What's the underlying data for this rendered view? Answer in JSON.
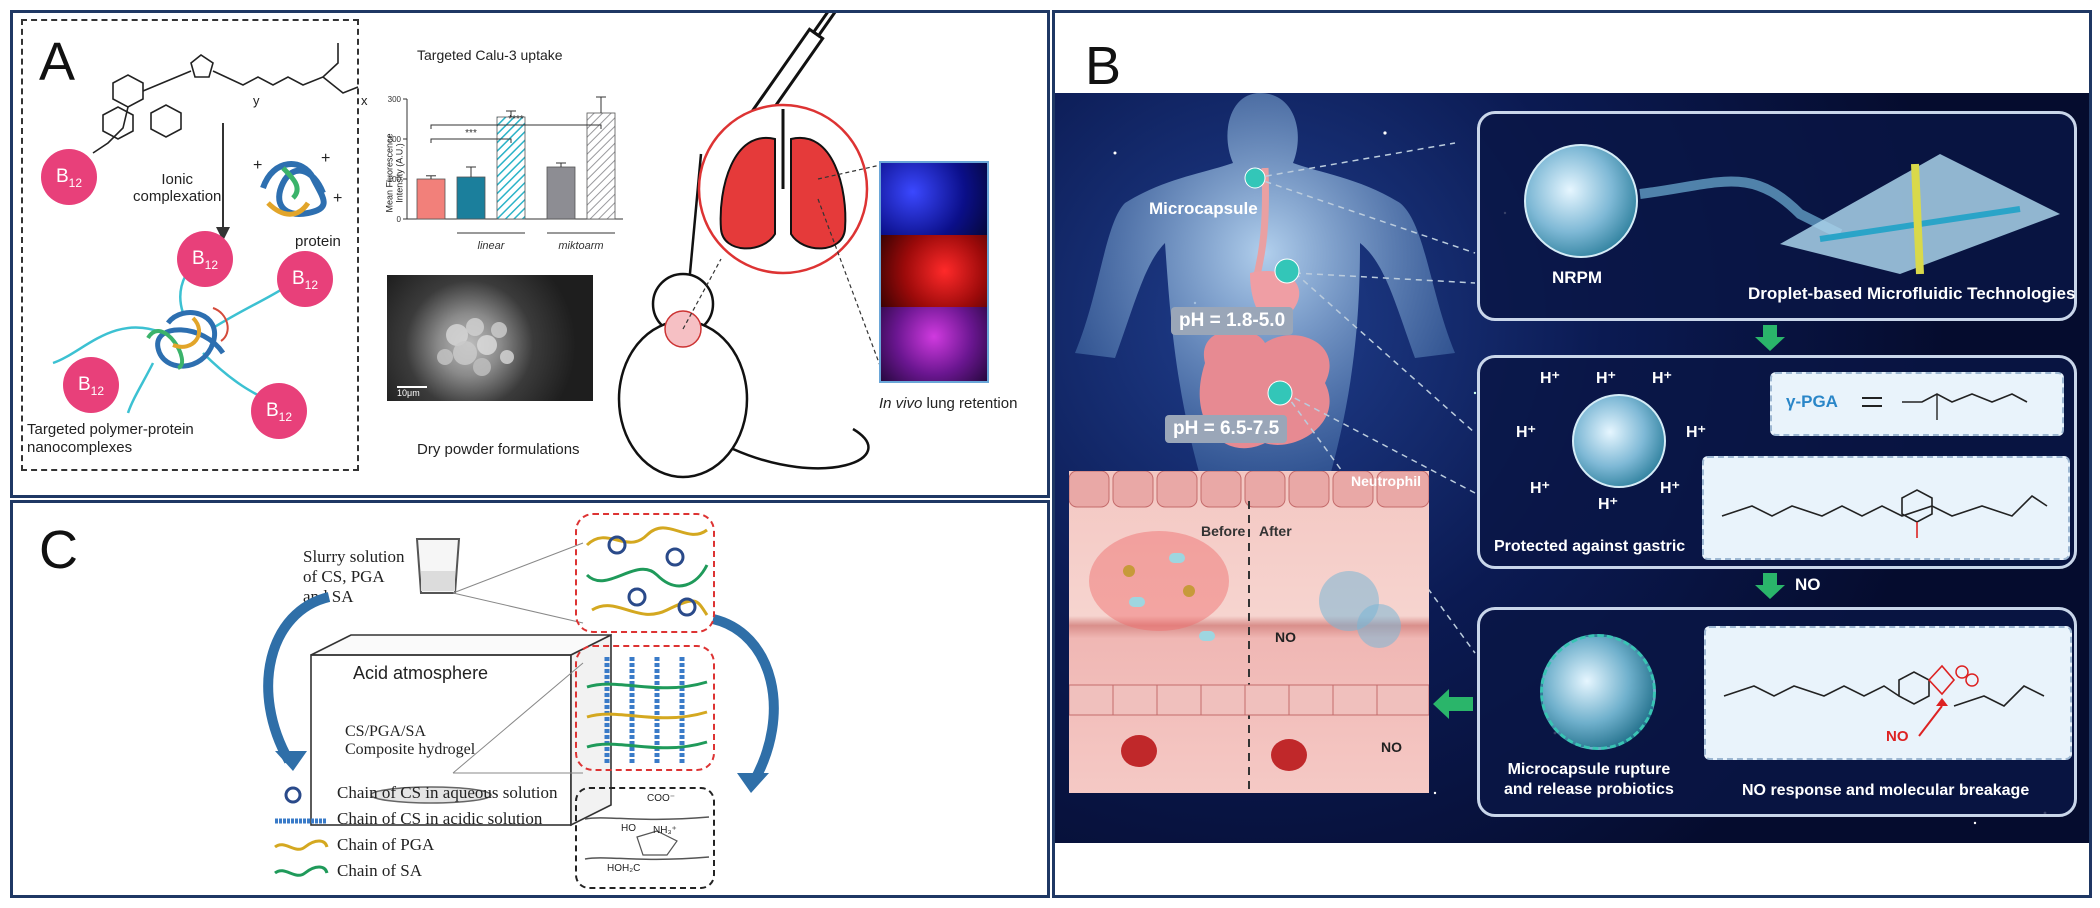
{
  "panels": {
    "a": {
      "letter": "A",
      "ionic_complexation": "Ionic\ncomplexation",
      "protein_label": "protein",
      "b12_main": "B",
      "b12_sub": "12",
      "nanocomplex_label": "Targeted polymer-protein\nnanocomplexes",
      "chart_title": "Targeted Calu-3 uptake",
      "chart_ylabel": "Mean Fluorescence\nIntensity (A.U.)",
      "chart_group_linear": "linear",
      "chart_group_miktoarm": "miktoarm",
      "sig_1": "***",
      "sig_2": "****",
      "sem_scale": "10μm",
      "dry_powder": "Dry powder formulations",
      "lung_retention_prefix": "In vivo",
      "lung_retention_suffix": " lung retention",
      "structure_labels": {
        "y": "y",
        "x": "x"
      }
    },
    "b": {
      "letter": "B",
      "microcapsule": "Microcapsule",
      "ph_stomach": "pH = 1.8-5.0",
      "ph_intestine": "pH = 6.5-7.5",
      "nrpm": "NRPM",
      "droplet": "Droplet-based Microfluidic Technologies",
      "h_plus": "H⁺",
      "protected": "Protected against gastric",
      "gamma_pga": "γ-PGA",
      "no_arrow": "NO",
      "neutrophil": "Neutrophil",
      "before": "Before",
      "after": "After",
      "no_tissue_1": "NO",
      "no_tissue_2": "NO",
      "rupture": "Microcapsule rupture\nand release probiotics",
      "no_response": "NO response and molecular breakage",
      "no_red": "NO"
    },
    "c": {
      "letter": "C",
      "slurry": "Slurry solution\nof CS, PGA\nand SA",
      "acid_atmosphere": "Acid atmosphere",
      "hydrogel": "CS/PGA/SA\nComposite hydrogel",
      "legend": [
        {
          "label": "Chain of CS in aqueous solution",
          "color": "#2a4a8a"
        },
        {
          "label": "Chain of CS in acidic solution",
          "color": "#3a7bc8"
        },
        {
          "label": "Chain of PGA",
          "color": "#d4a820"
        },
        {
          "label": "Chain of SA",
          "color": "#1f9a5a"
        }
      ],
      "chem_coo": "COO⁻",
      "chem_nh3": "NH₃⁺",
      "chem_ho": "HO",
      "chem_hoh2c": "HOH₂C"
    }
  },
  "chart_data": {
    "type": "bar",
    "title": "Targeted Calu-3 uptake",
    "ylabel": "Mean Fluorescence\nIntensity (A.U.)",
    "ylim": [
      0,
      300
    ],
    "yticks": [
      0,
      100,
      200,
      300
    ],
    "group_labels": [
      "linear",
      "miktoarm"
    ],
    "series": [
      {
        "values": [
          100,
          105,
          255,
          130,
          265
        ],
        "errors": [
          8,
          25,
          15,
          10,
          40
        ]
      }
    ],
    "colors": [
      "#f2807a",
      "#1b7f9c",
      "#2bb3c8",
      "#8d8d93",
      "#c8c8cc"
    ],
    "hatched": [
      false,
      false,
      true,
      false,
      true
    ]
  }
}
